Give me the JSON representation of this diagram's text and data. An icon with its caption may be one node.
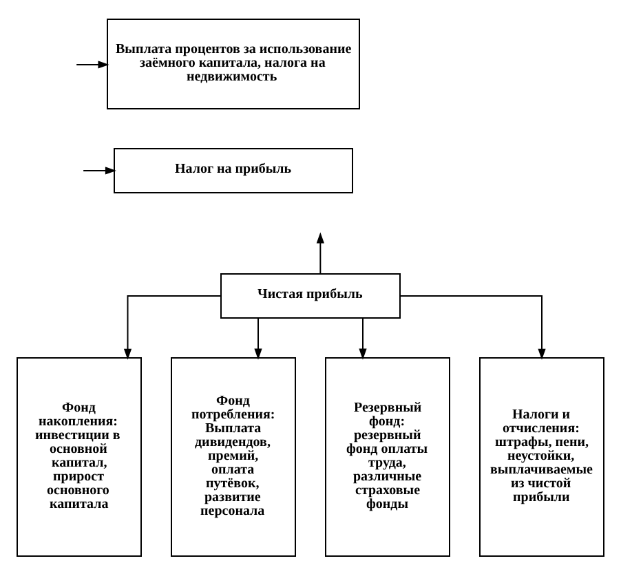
{
  "diagram": {
    "nodes": [
      {
        "text": [
          "Выплата процентов за использование заёмного капитала, налога на недвижимость"
        ]
      },
      {
        "text": [
          "Налог на прибыль"
        ]
      },
      {
        "text": [
          "Чистая прибыль"
        ]
      },
      {
        "text": [
          "Фонд накопления: инвестиции в основной капитал, прирост основного капитала"
        ]
      },
      {
        "text": [
          "Фонд потребления: Выплата дивидендов, премий, оплата путёвок, развитие персонала"
        ]
      },
      {
        "text": [
          "Резервный фонд: резервный фонд оплаты труда, различные страховые фонды"
        ]
      },
      {
        "text": [
          "Налоги и отчисления: штрафы, пени, неустойки, выплачиваемые из чистой прибыли"
        ]
      }
    ],
    "edges": [
      {
        "from": null,
        "to": 0,
        "arrow": "to"
      },
      {
        "from": null,
        "to": 1,
        "arrow": "to"
      },
      {
        "from": 2,
        "to": null,
        "arrow": "to"
      },
      {
        "from": 2,
        "to": 3,
        "arrow": "to"
      },
      {
        "from": 2,
        "to": 4,
        "arrow": "to"
      },
      {
        "from": 2,
        "to": 5,
        "arrow": "to"
      },
      {
        "from": 2,
        "to": 6,
        "arrow": "to"
      }
    ]
  }
}
